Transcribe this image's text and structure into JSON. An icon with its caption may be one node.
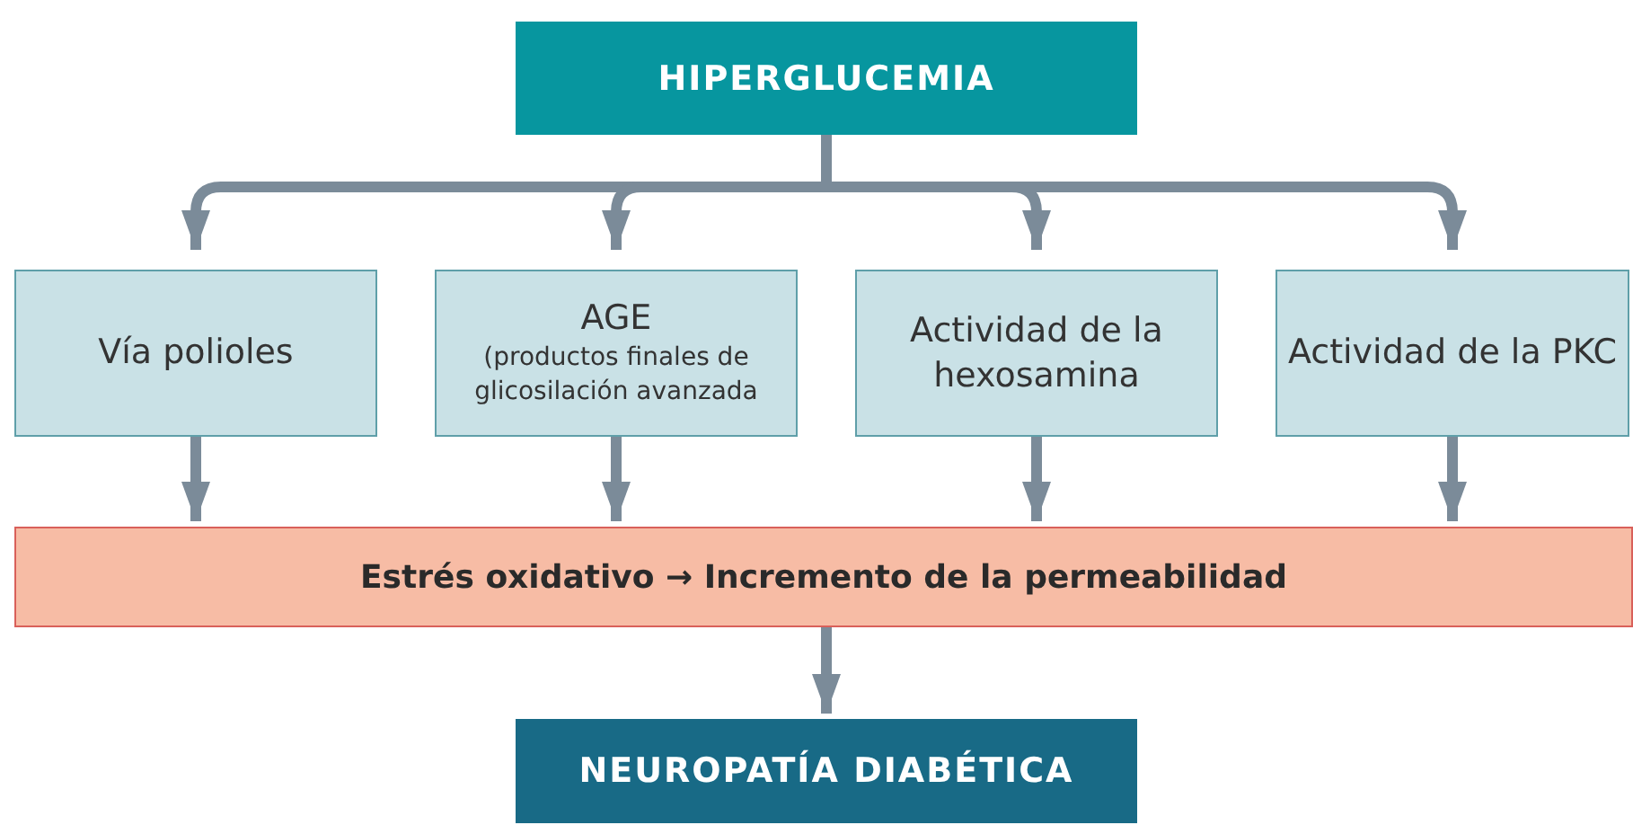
{
  "diagram": {
    "nodes": [
      {
        "text": [
          "HIPERGLUCEMIA"
        ]
      },
      {
        "text": [
          "Vía polioles"
        ]
      },
      {
        "text": [
          "AGE",
          "(productos finales de glicosilación avanzada"
        ]
      },
      {
        "text": [
          "Actividad de la hexosamina"
        ]
      },
      {
        "text": [
          "Actividad de la PKC"
        ]
      },
      {
        "text": [
          "Estrés oxidativo → Incremento de la permeabilidad"
        ]
      },
      {
        "text": [
          "NEUROPATÍA DIABÉTICA"
        ]
      }
    ],
    "edges": [
      {
        "from": 0,
        "to": 1,
        "arrow": "to"
      },
      {
        "from": 0,
        "to": 2,
        "arrow": "to"
      },
      {
        "from": 0,
        "to": 3,
        "arrow": "to"
      },
      {
        "from": 0,
        "to": 4,
        "arrow": "to"
      },
      {
        "from": 1,
        "to": 5,
        "arrow": "to"
      },
      {
        "from": 2,
        "to": 5,
        "arrow": "to"
      },
      {
        "from": 3,
        "to": 5,
        "arrow": "to"
      },
      {
        "from": 4,
        "to": 5,
        "arrow": "to"
      },
      {
        "from": 5,
        "to": 6,
        "arrow": "to"
      }
    ]
  }
}
